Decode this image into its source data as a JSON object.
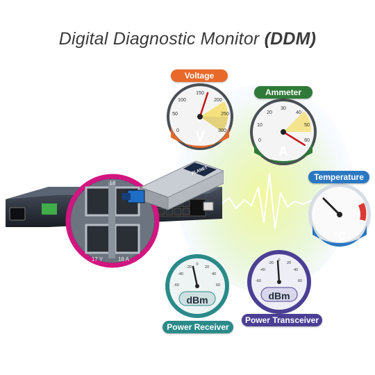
{
  "title": {
    "main": "Digital Diagnostic Monitor ",
    "bold": "(DDM)"
  },
  "gauges": {
    "voltage": {
      "label": "Voltage",
      "unit": "V",
      "ticks": [
        "0",
        "50",
        "100",
        "150",
        "200",
        "250",
        "300"
      ],
      "needle_value": 170,
      "range": [
        0,
        300
      ],
      "label_color": "#e8692a",
      "accent_color": "#e8692a"
    },
    "ammeter": {
      "label": "Ammeter",
      "unit": "A",
      "ticks": [
        "0",
        "10",
        "20",
        "30",
        "40",
        "50",
        "60"
      ],
      "needle_value": 57,
      "range": [
        0,
        60
      ],
      "label_color": "#2f7a38",
      "accent_color": "#2f7a38"
    },
    "temperature": {
      "label": "Temperature",
      "unit": "°C",
      "label_color": "#2b78c2",
      "accent_color": "#d93a33"
    },
    "power_receiver": {
      "label": "Power Receiver",
      "unit": "dBm",
      "ticks": [
        "-60",
        "-40",
        "-20",
        "0",
        "20",
        "40",
        "60"
      ],
      "label_color": "#2a8a8a",
      "accent_color": "#2a8a8a"
    },
    "power_transceiver": {
      "label": "Power Transceiver",
      "unit": "dBm",
      "ticks": [
        "-60",
        "-40",
        "-20",
        "0",
        "20",
        "40",
        "60"
      ],
      "label_color": "#4a3f94",
      "accent_color": "#4a3f94"
    }
  },
  "device": {
    "brand": "PLANET",
    "port_labels": [
      "18",
      "17 Y",
      "18 A"
    ]
  }
}
